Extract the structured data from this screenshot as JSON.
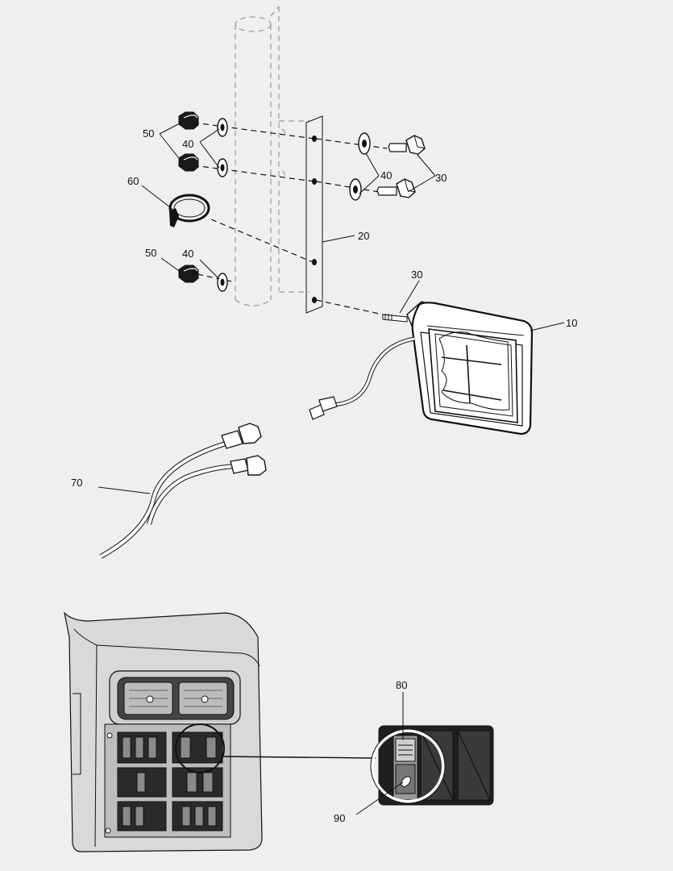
{
  "callouts": [
    {
      "id": "c10",
      "label": "10"
    },
    {
      "id": "c20",
      "label": "20"
    },
    {
      "id": "c30a",
      "label": "30"
    },
    {
      "id": "c30b",
      "label": "30"
    },
    {
      "id": "c40a",
      "label": "40"
    },
    {
      "id": "c40b",
      "label": "40"
    },
    {
      "id": "c40c",
      "label": "40"
    },
    {
      "id": "c50a",
      "label": "50"
    },
    {
      "id": "c50b",
      "label": "50"
    },
    {
      "id": "c60",
      "label": "60"
    },
    {
      "id": "c70",
      "label": "70"
    },
    {
      "id": "c80",
      "label": "80"
    },
    {
      "id": "c90",
      "label": "90"
    }
  ],
  "colors": {
    "background": "#efefef",
    "line": "#111111",
    "ghost": "#9a9a9a",
    "dark": "#1a1a1a"
  }
}
